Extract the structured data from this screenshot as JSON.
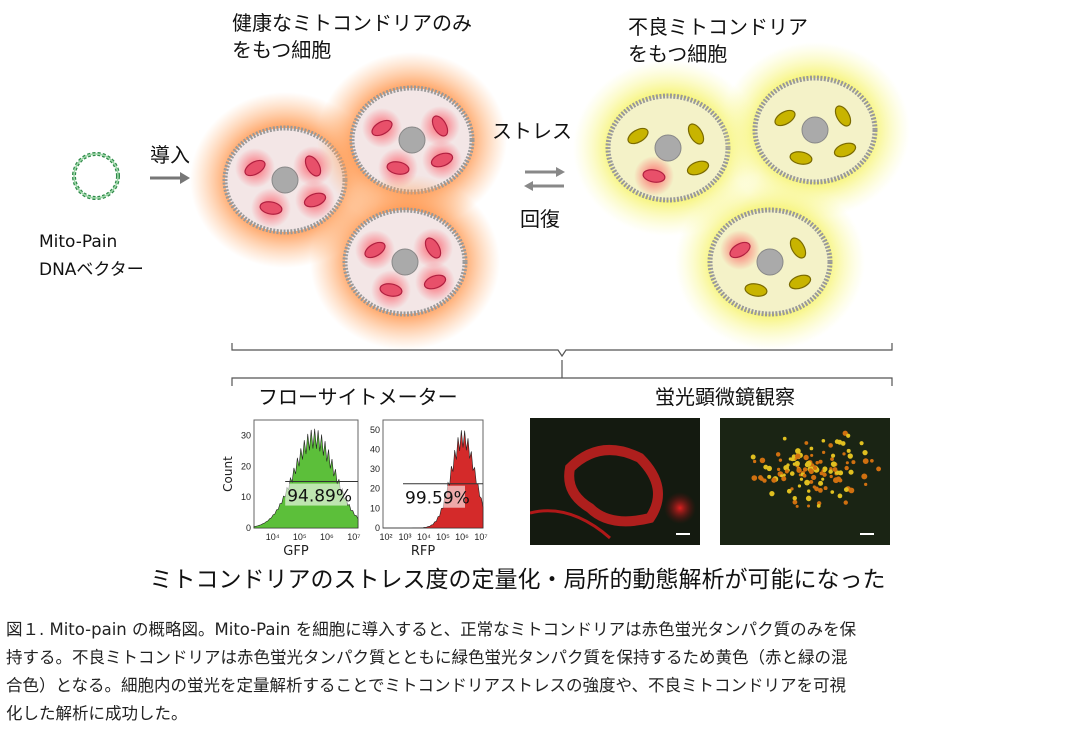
{
  "diagram": {
    "vector_label_1": "Mito-Pain",
    "vector_label_2": "DNAベクター",
    "introduce_label": "導入",
    "healthy_title_1": "健康なミトコンドリアのみ",
    "healthy_title_2": "をもつ細胞",
    "stress_label": "ストレス",
    "recovery_label": "回復",
    "bad_title_1": "不良ミトコンドリア",
    "bad_title_2": "をもつ細胞",
    "flow_title": "フローサイトメーター",
    "microscopy_title": "蛍光顕微鏡観察",
    "conclusion": "ミトコンドリアのストレス度の定量化・局所的動態解析が可能になった",
    "colors": {
      "healthy_glow": "#ff9a50",
      "bad_glow": "#f6f060",
      "mito_red": "#e8506a",
      "mito_yellow": "#c8b400",
      "gfp": "#5cbf3a",
      "rfp": "#d42a2a"
    }
  },
  "histograms": [
    {
      "xlabel": "GFP",
      "ylabel": "Count",
      "gate": "94.89%",
      "yticks": [
        "0",
        "10",
        "20",
        "30"
      ],
      "xticks": [
        "10⁴",
        "10⁵",
        "10⁶",
        "10⁷"
      ]
    },
    {
      "xlabel": "RFP",
      "ylabel": "",
      "gate": "99.59%",
      "yticks": [
        "0",
        "10",
        "20",
        "30",
        "40",
        "50"
      ],
      "xticks": [
        "10²",
        "10³",
        "10⁴",
        "10⁵",
        "10⁶",
        "10⁷"
      ]
    }
  ],
  "caption": {
    "lines": [
      "図１. Mito-pain の概略図。Mito-Pain を細胞に導入すると、正常なミトコンドリアは赤色蛍光タンパク質のみを保",
      "持する。不良ミトコンドリアは赤色蛍光タンパク質とともに緑色蛍光タンパク質を保持するため黄色（赤と緑の混",
      "合色）となる。細胞内の蛍光を定量解析することでミトコンドリアストレスの強度や、不良ミトコンドリアを可視",
      "化した解析に成功した。"
    ]
  }
}
